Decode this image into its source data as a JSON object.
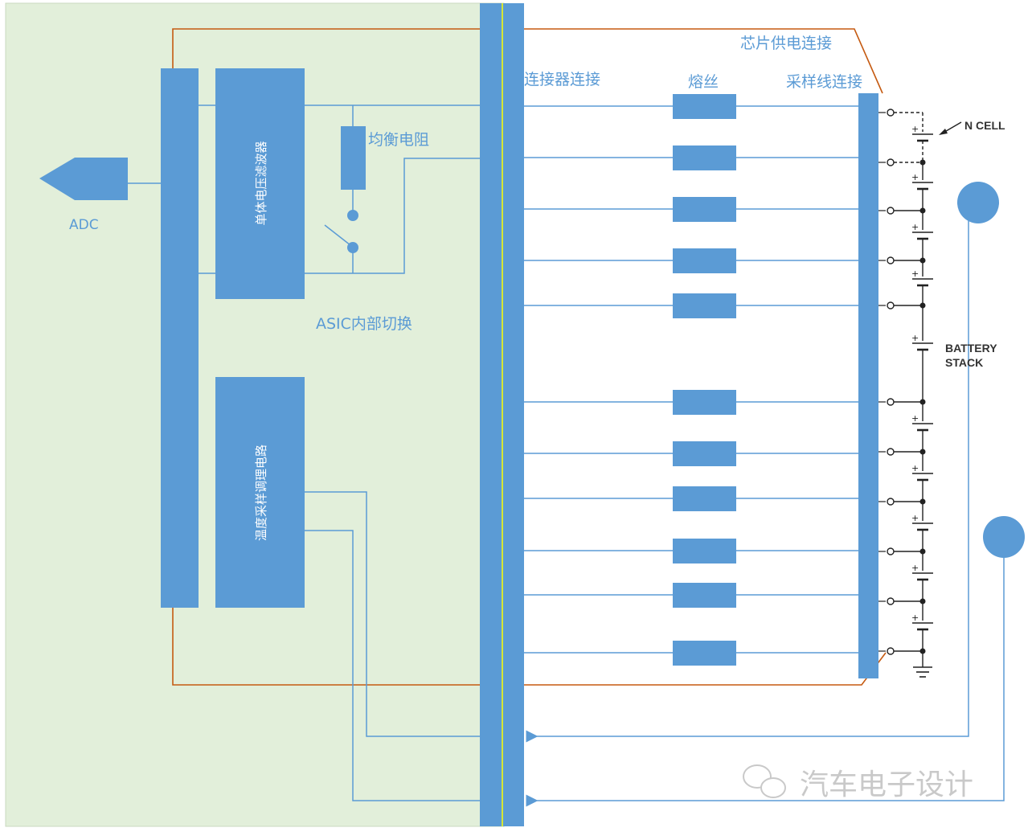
{
  "labels": {
    "adc": "ADC",
    "cell_filter": "单体电压滤波器",
    "balance_resistor": "均衡电阻",
    "asic_switch": "ASIC内部切换",
    "temp_circuit": "温度采样调理电路",
    "connector": "连接器连接",
    "fuse": "熔丝",
    "sample_line": "采样线连接",
    "chip_power": "芯片供电连接",
    "n_cell": "N CELL",
    "battery_stack_1": "BATTERY",
    "battery_stack_2": "STACK"
  },
  "watermark": "汽车电子设计",
  "colors": {
    "block": "#5b9bd5",
    "asic_bg": "#e2efda",
    "power_loop": "#c55a11",
    "connector_line": "#ffff00",
    "battery": "#222222"
  }
}
